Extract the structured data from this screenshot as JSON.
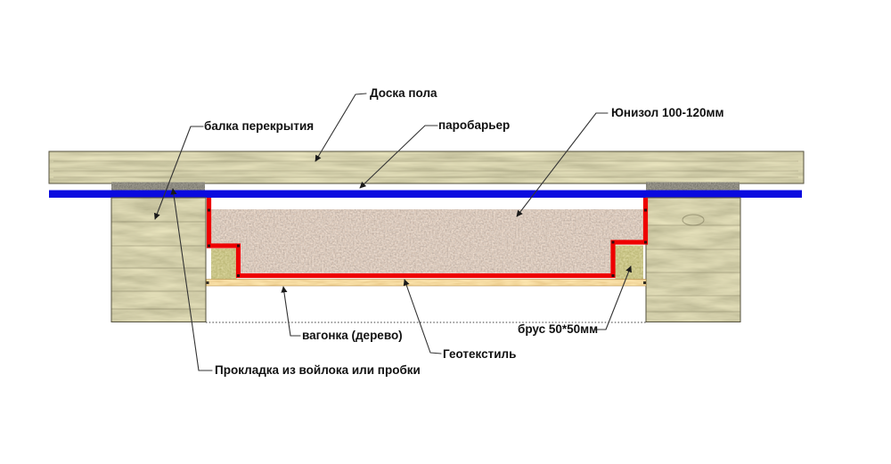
{
  "diagram": {
    "labels": {
      "floor_board": "Доска пола",
      "joist": "балка перекрытия",
      "vapor_barrier": "паробарьер",
      "insulation": "Юнизол 100-120мм",
      "lining": "вагонка (дерево)",
      "geotextile": "Геотекстиль",
      "batten": "брус 50*50мм",
      "gasket": "Прокладка из войлока или пробки"
    },
    "colors": {
      "vapor_barrier": "#0a0adf",
      "geotextile": "#ee0000",
      "leader": "#333333",
      "text": "#111111",
      "background": "#ffffff"
    }
  }
}
